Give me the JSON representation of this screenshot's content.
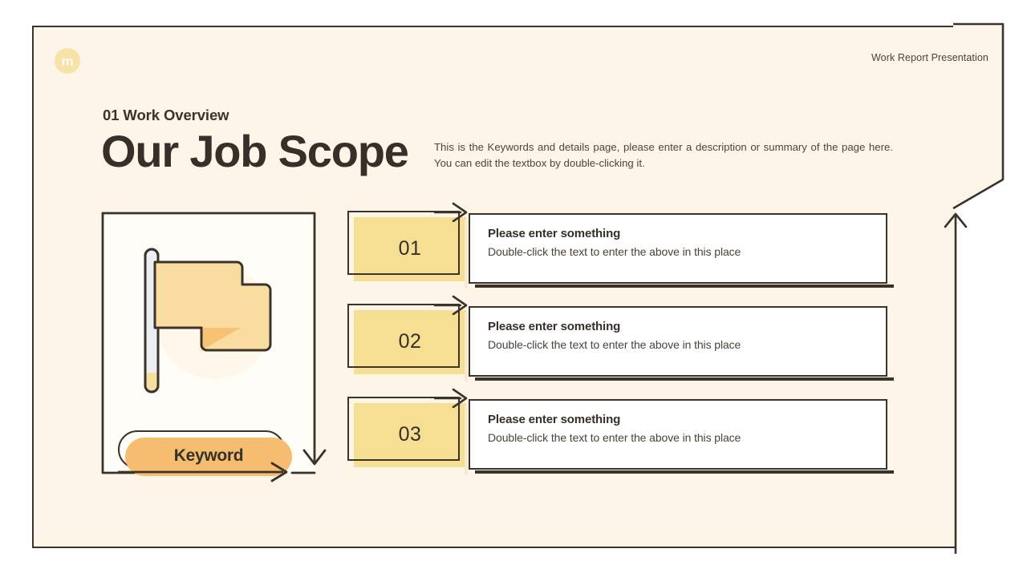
{
  "page": {
    "background": "#ffffff",
    "slide_background": "#fdf6e8",
    "ink": "#3a332c",
    "accent_yellow": "#f6de93",
    "accent_orange": "#f6bd70",
    "logo_circle": "#f7e2a8"
  },
  "header": {
    "logo_letter": "m",
    "right_label": "Work Report Presentation"
  },
  "title_block": {
    "eyebrow": "01 Work Overview",
    "title": "Our Job Scope",
    "description": "This is the Keywords and details page, please enter a description or summary of the page here. You can edit the textbox by double-clicking it."
  },
  "illustration_card": {
    "icon": "flag-icon",
    "keyword_label": "Keyword"
  },
  "list": {
    "items": [
      {
        "number": "01",
        "heading": "Please enter something",
        "subtext": "Double-click the text to enter the above in this place"
      },
      {
        "number": "02",
        "heading": "Please enter something",
        "subtext": "Double-click the text to enter the above in this place"
      },
      {
        "number": "03",
        "heading": "Please enter something",
        "subtext": "Double-click the text to enter the above in this place"
      }
    ]
  }
}
